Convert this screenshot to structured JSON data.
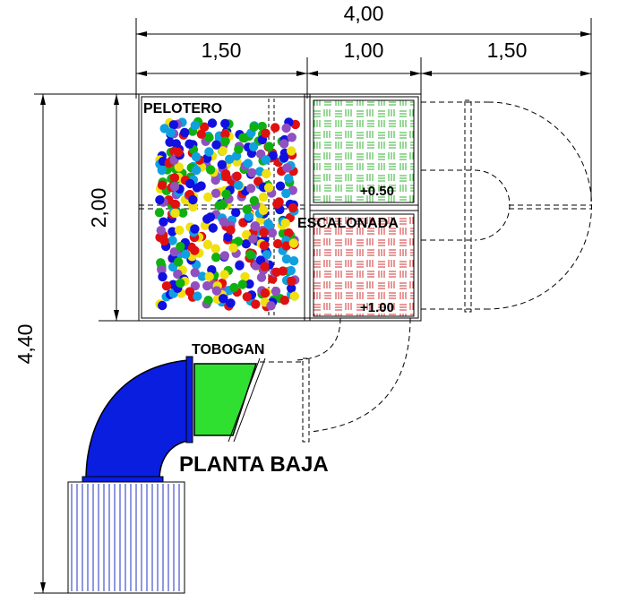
{
  "dimensions": {
    "total_width": "4,00",
    "segments": [
      "1,50",
      "1,00",
      "1,50"
    ],
    "height_upper": "2,00",
    "height_total": "4,40"
  },
  "labels": {
    "pelotero": "PELOTERO",
    "escalonada": "ESCALONADA",
    "level_upper": "+0.50",
    "level_lower": "+1.00",
    "tobogan": "TOBOGAN",
    "plan_title": "PLANTA BAJA"
  },
  "colors": {
    "ball_colors": [
      "#e01010",
      "#1010e0",
      "#10b010",
      "#f0e010",
      "#9050c0",
      "#10a0e0"
    ],
    "upper_pattern": "#30b030",
    "lower_pattern": "#d03030",
    "slide_tube": "#0a1ee0",
    "slide_chute": "#30e030",
    "base_hatch": "#2030c0"
  }
}
